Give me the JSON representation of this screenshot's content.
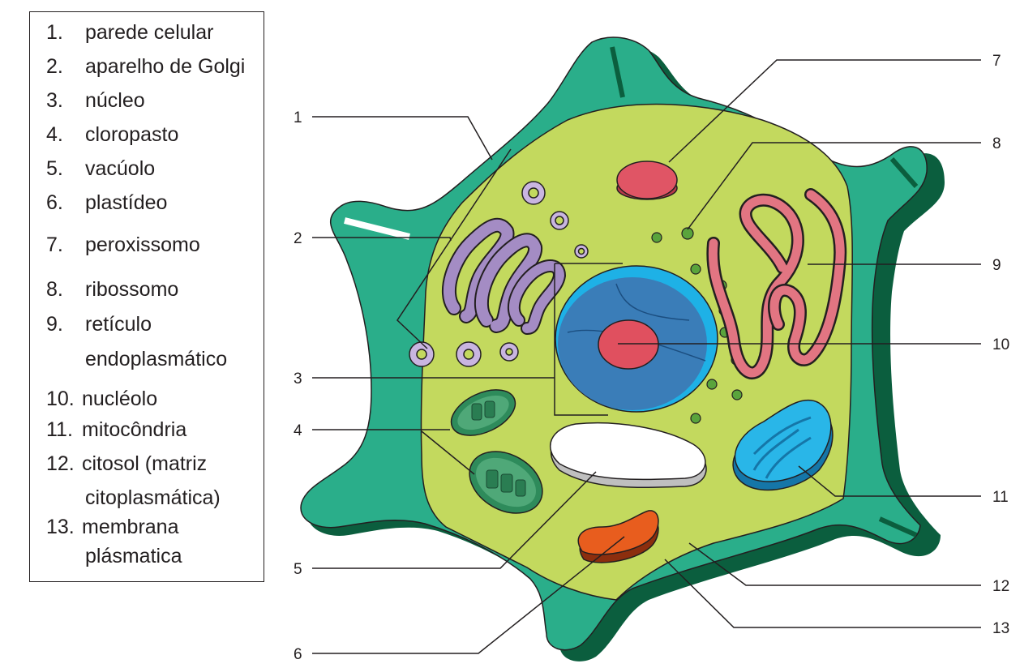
{
  "legend": {
    "items": [
      {
        "num": "1.",
        "label": "parede celular"
      },
      {
        "num": "2.",
        "label": "aparelho de Golgi"
      },
      {
        "num": "3.",
        "label": "núcleo"
      },
      {
        "num": "4.",
        "label": "cloropasto"
      },
      {
        "num": "5.",
        "label": "vacúolo"
      },
      {
        "num": "6.",
        "label": "plastídeo"
      },
      {
        "num": "7.",
        "label": "peroxissomo"
      },
      {
        "num": "8.",
        "label": "ribossomo"
      },
      {
        "num": "9.",
        "label": "retículo",
        "label2": "endoplasmático"
      },
      {
        "num": "10.",
        "label": "nucléolo"
      },
      {
        "num": "11.",
        "label": "mitocôndria"
      },
      {
        "num": "12.",
        "label": "citosol (matriz",
        "label2": "citoplasmática)"
      },
      {
        "num": "13.",
        "label": "membrana",
        "label2": "plásmatica"
      }
    ]
  },
  "callouts": [
    "1",
    "2",
    "3",
    "4",
    "5",
    "6",
    "7",
    "8",
    "9",
    "10",
    "11",
    "12",
    "13"
  ],
  "colors": {
    "cell_wall": "#2aae8a",
    "cell_wall_dark": "#0b5e3e",
    "cytoplasm": "#c3d95e",
    "nucleus": "#1eb1e6",
    "nucleus_inner": "#3a7db8",
    "nucleolus": "#e0505f",
    "golgi": "#8a6fae",
    "er": "#d9566a",
    "mitochondrion": "#1b9ed8",
    "chloroplast": "#2e8b5b",
    "plastid": "#e85d1e",
    "vacuole": "#ffffff",
    "ribosome": "#5aa43c"
  }
}
